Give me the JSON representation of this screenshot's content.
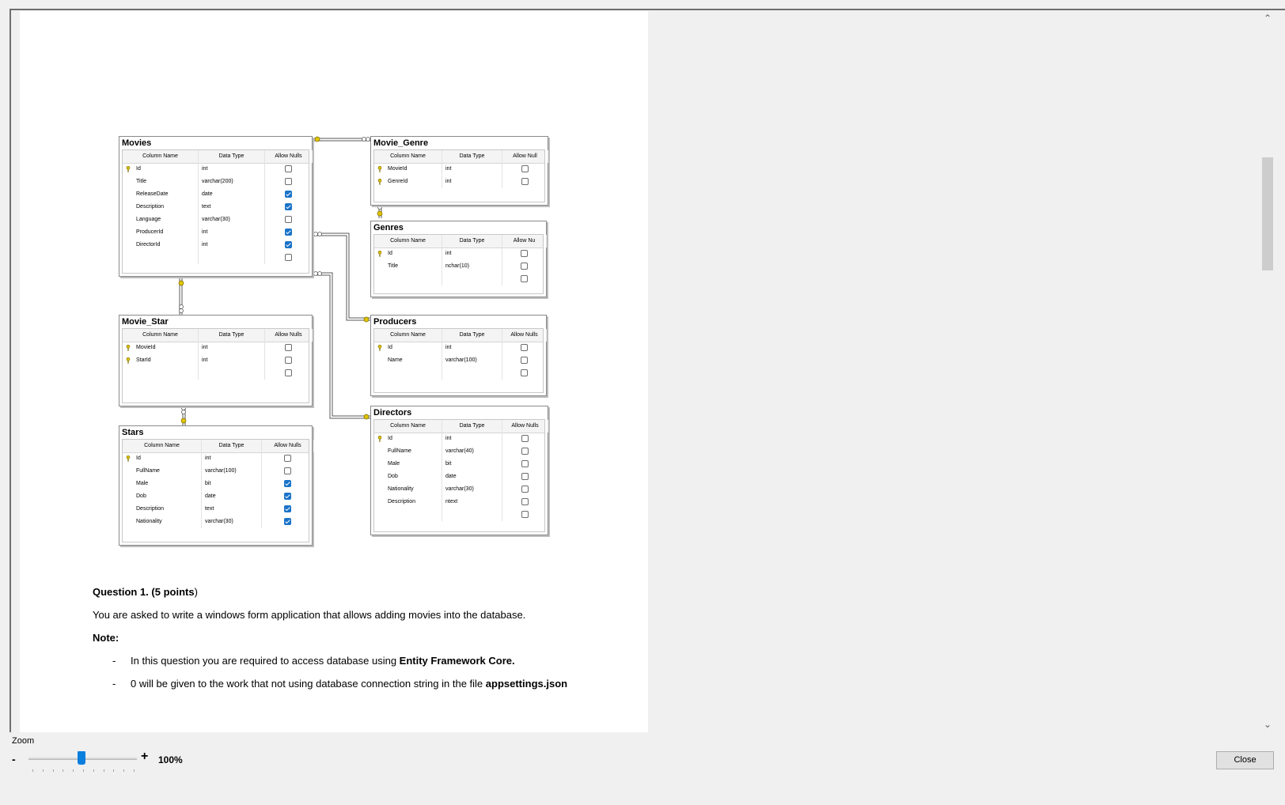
{
  "diagram": {
    "header": {
      "col_name": "Column Name",
      "data_type": "Data Type",
      "allow_nulls": "Allow Nulls"
    },
    "tables": [
      {
        "name": "Movies",
        "allow_nulls_header": "Allow Nulls",
        "rows": [
          {
            "name": "Id",
            "type": "int",
            "nulls": false,
            "key": true
          },
          {
            "name": "Title",
            "type": "varchar(200)",
            "nulls": false
          },
          {
            "name": "ReleaseDate",
            "type": "date",
            "nulls": true
          },
          {
            "name": "Description",
            "type": "text",
            "nulls": true
          },
          {
            "name": "Language",
            "type": "varchar(30)",
            "nulls": false
          },
          {
            "name": "ProducerId",
            "type": "int",
            "nulls": true
          },
          {
            "name": "DirectorId",
            "type": "int",
            "nulls": true
          },
          {
            "name": "",
            "type": "",
            "nulls": false
          }
        ]
      },
      {
        "name": "Movie_Genre",
        "allow_nulls_header": "Allow Null",
        "rows": [
          {
            "name": "MovieId",
            "type": "int",
            "nulls": false,
            "key": true
          },
          {
            "name": "GenreId",
            "type": "int",
            "nulls": false,
            "key": true
          }
        ]
      },
      {
        "name": "Genres",
        "allow_nulls_header": "Allow Nu",
        "rows": [
          {
            "name": "Id",
            "type": "int",
            "nulls": false,
            "key": true
          },
          {
            "name": "Title",
            "type": "nchar(10)",
            "nulls": false
          },
          {
            "name": "",
            "type": "",
            "nulls": false
          }
        ]
      },
      {
        "name": "Movie_Star",
        "allow_nulls_header": "Allow Nulls",
        "rows": [
          {
            "name": "MovieId",
            "type": "int",
            "nulls": false,
            "key": true
          },
          {
            "name": "StarId",
            "type": "int",
            "nulls": false,
            "key": true
          },
          {
            "name": "",
            "type": "",
            "nulls": false
          }
        ]
      },
      {
        "name": "Producers",
        "allow_nulls_header": "Allow Nulls",
        "rows": [
          {
            "name": "Id",
            "type": "int",
            "nulls": false,
            "key": true
          },
          {
            "name": "Name",
            "type": "varchar(100)",
            "nulls": false
          },
          {
            "name": "",
            "type": "",
            "nulls": false
          }
        ]
      },
      {
        "name": "Stars",
        "allow_nulls_header": "Allow Nulls",
        "rows": [
          {
            "name": "Id",
            "type": "int",
            "nulls": false,
            "key": true
          },
          {
            "name": "FullName",
            "type": "varchar(100)",
            "nulls": false
          },
          {
            "name": "Male",
            "type": "bit",
            "nulls": true
          },
          {
            "name": "Dob",
            "type": "date",
            "nulls": true
          },
          {
            "name": "Description",
            "type": "text",
            "nulls": true
          },
          {
            "name": "Nationality",
            "type": "varchar(30)",
            "nulls": true
          }
        ]
      },
      {
        "name": "Directors",
        "allow_nulls_header": "Allow Nulls",
        "rows": [
          {
            "name": "Id",
            "type": "int",
            "nulls": false,
            "key": true
          },
          {
            "name": "FullName",
            "type": "varchar(40)",
            "nulls": false
          },
          {
            "name": "Male",
            "type": "bit",
            "nulls": false
          },
          {
            "name": "Dob",
            "type": "date",
            "nulls": false
          },
          {
            "name": "Nationality",
            "type": "varchar(30)",
            "nulls": false
          },
          {
            "name": "Description",
            "type": "ntext",
            "nulls": false
          },
          {
            "name": "",
            "type": "",
            "nulls": false
          }
        ]
      }
    ]
  },
  "question": {
    "title_bold": "Question 1. (5 points",
    "title_tail": ")",
    "body": "You are asked to write a windows form application that allows adding movies into the database.",
    "note_label": "Note:",
    "bullet_mark": "-",
    "bullet1_text": "In this question you are required to access database using ",
    "bullet1_bold": "Entity Framework Core.",
    "bullet2_text": "0 will be given to the work that not using database connection string in the file ",
    "bullet2_bold": "appsettings.json"
  },
  "zoom": {
    "label": "Zoom",
    "minus": "-",
    "plus": "+",
    "value": "100%",
    "level_percent": 100
  },
  "close_button": "Close",
  "icons": {
    "scroll_up": "chevron-up-icon",
    "scroll_down": "chevron-down-icon",
    "primary_key": "key-icon"
  },
  "colors": {
    "checkbox_checked": "#1a73c8",
    "zoom_thumb": "#0a7fde",
    "key_icon": "#c8a400"
  }
}
